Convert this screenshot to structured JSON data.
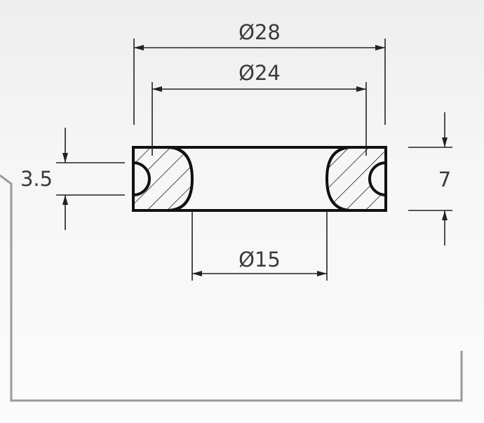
{
  "drawing": {
    "dimensions": {
      "outer_diameter": "Ø28",
      "inner_groove_diameter": "Ø24",
      "bore_diameter": "Ø15",
      "groove_width": "3.5",
      "thickness": "7"
    },
    "colors": {
      "background": "#f3f3f3",
      "sheet_border": "#9a9a9a",
      "outline": "#111111",
      "dimension_line": "#222222",
      "text": "#3a3a3a"
    }
  }
}
